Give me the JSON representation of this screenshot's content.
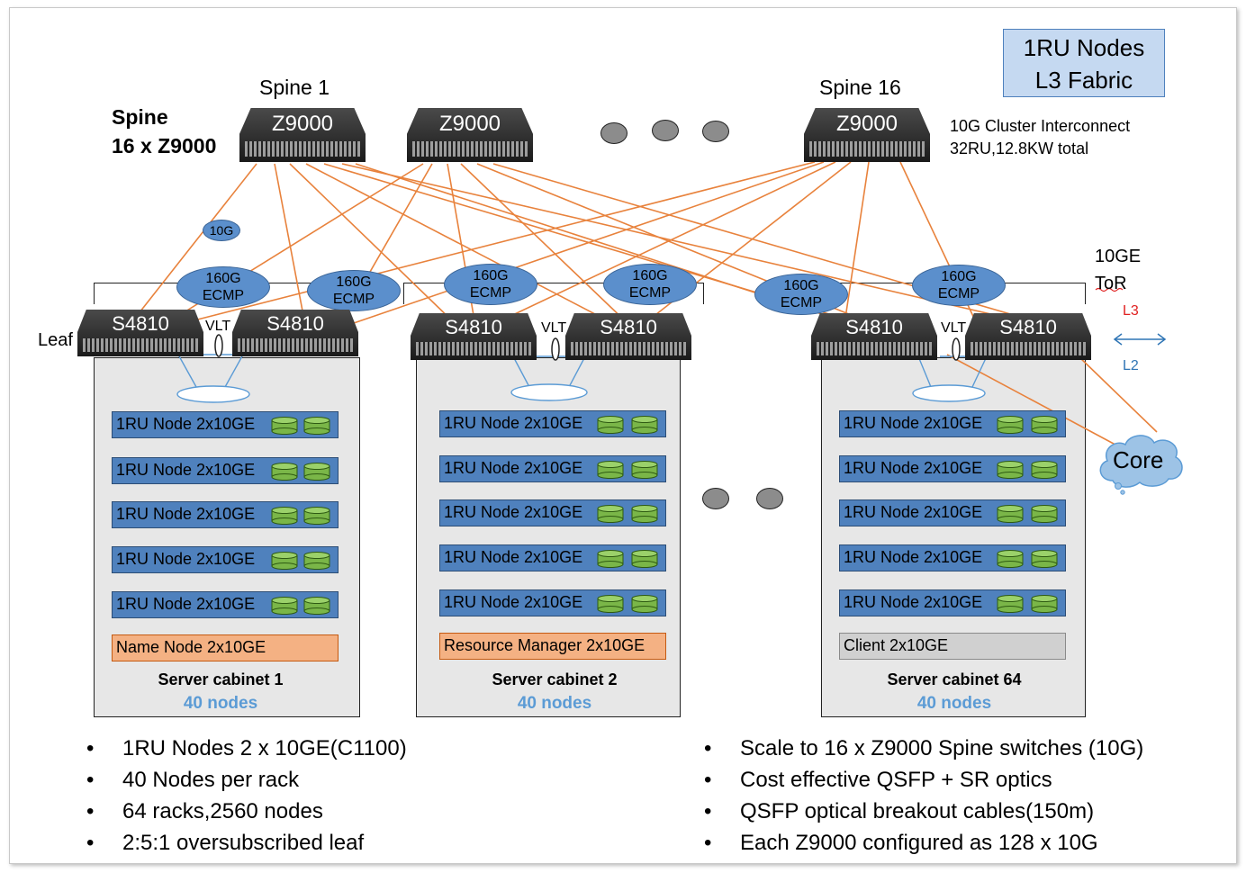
{
  "title": {
    "line1": "1RU Nodes",
    "line2": "L3 Fabric"
  },
  "spine_label": {
    "line1": "Spine",
    "line2": "16 x Z9000"
  },
  "spines": [
    {
      "header": "Spine 1",
      "model": "Z9000"
    },
    {
      "header": "",
      "model": "Z9000"
    },
    {
      "header": "Spine 16",
      "model": "Z9000"
    }
  ],
  "interconnect": {
    "line1": "10G Cluster Interconnect",
    "line2": "32RU,12.8KW total"
  },
  "link_10g": "10G",
  "ecmp": {
    "line1": "160G",
    "line2": "ECMP"
  },
  "tor": {
    "line1": "10GE",
    "line2": "ToR"
  },
  "legend": {
    "l3": "L3",
    "l2": "L2"
  },
  "leaf_label": "Leaf",
  "vlt": "VLT",
  "leaf_model": "S4810",
  "node_label": "1RU Node 2x10GE",
  "core": "Core",
  "cabinets": [
    {
      "special": "Name Node 2x10GE",
      "name": "Server cabinet 1",
      "count": "40 nodes"
    },
    {
      "special": "Resource Manager 2x10GE",
      "name": "Server cabinet 2",
      "count": "40 nodes"
    },
    {
      "special": "Client 2x10GE",
      "name": "Server cabinet 64",
      "count": "40 nodes"
    }
  ],
  "bullets_left": [
    "1RU Nodes 2 x 10GE(C1100)",
    "40 Nodes per rack",
    "64 racks,2560 nodes",
    "2:5:1 oversubscribed leaf"
  ],
  "bullets_right": [
    "Scale to 16 x Z9000 Spine switches (10G)",
    "Cost effective QSFP + SR optics",
    "QSFP optical breakout cables(150m)",
    "Each Z9000 configured as 128 x 10G"
  ],
  "colors": {
    "link": "#e8823c",
    "node_fill": "#4f81bd",
    "disk": "#7ab648",
    "special_orange": "#f4b183",
    "client_grey": "#d0d0d0",
    "ecmp_fill": "#5b8fcc",
    "l3_color": "#e02020",
    "l2_color": "#2f75b5",
    "count_color": "#5b9bd5"
  }
}
